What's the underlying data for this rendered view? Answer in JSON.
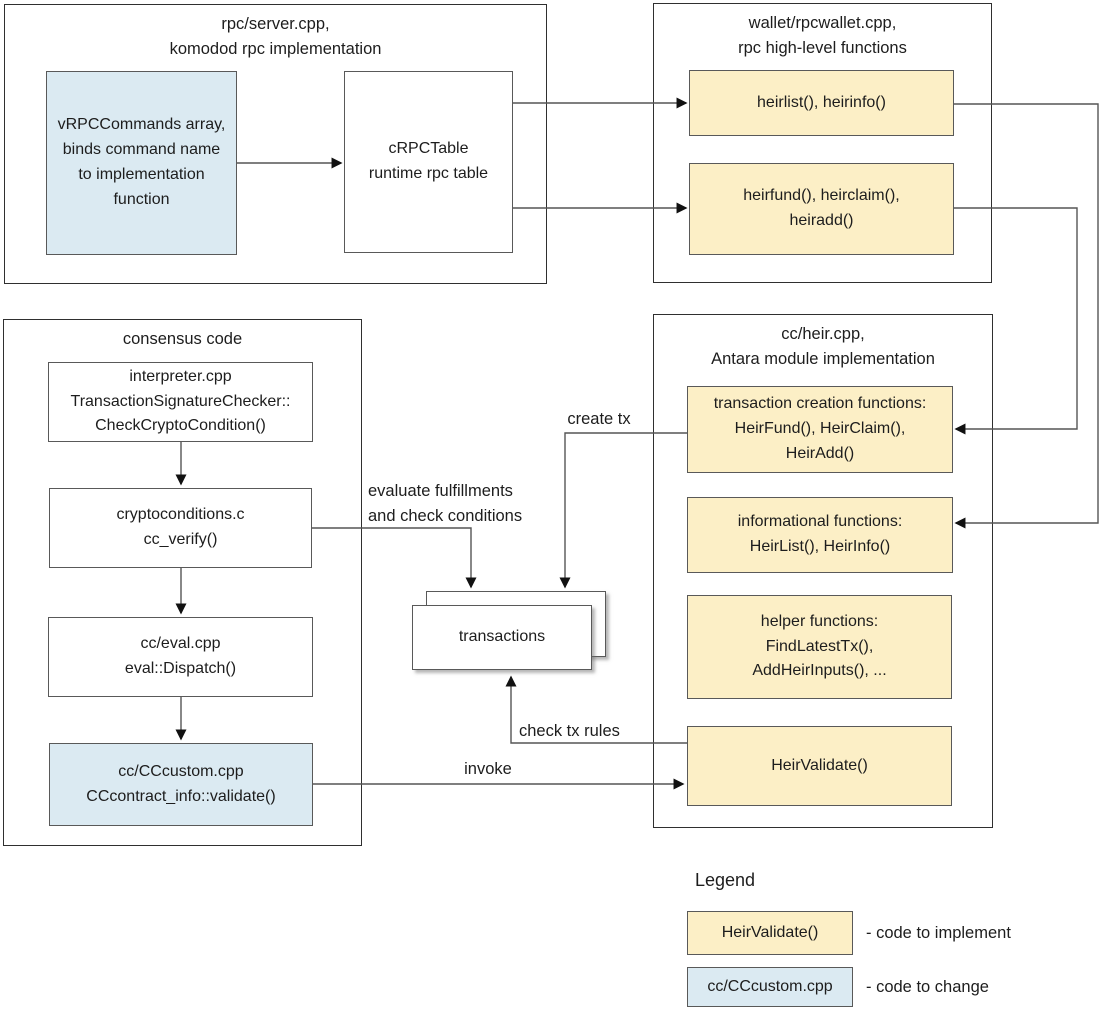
{
  "diagram": {
    "groups": {
      "rpc_server": {
        "title": "rpc/server.cpp,\nkomodod rpc implementation"
      },
      "wallet": {
        "title": "wallet/rpcwallet.cpp,\nrpc high-level functions"
      },
      "consensus": {
        "title": "consensus code"
      },
      "heir": {
        "title": "cc/heir.cpp,\nAntara module implementation"
      }
    },
    "nodes": {
      "vrpccommands": {
        "text": "vRPCCommands array,\nbinds command name\nto implementation\nfunction"
      },
      "crpctable": {
        "text": "cRPCTable\nruntime rpc table"
      },
      "heirlist": {
        "text": "heirlist(), heirinfo()"
      },
      "heirfund": {
        "text": "heirfund(), heirclaim(),\nheiradd()"
      },
      "interpreter": {
        "text": "interpreter.cpp\nTransactionSignatureChecker::\nCheckCryptoCondition()"
      },
      "cryptoconditions": {
        "text": "cryptoconditions.c\ncc_verify()"
      },
      "cceval": {
        "text": "cc/eval.cpp\neval::Dispatch()"
      },
      "cccustom": {
        "text": "cc/CCcustom.cpp\nCCcontract_info::validate()"
      },
      "txcreation": {
        "text": "transaction creation functions:\nHeirFund(), HeirClaim(),\nHeirAdd()"
      },
      "informational": {
        "text": "informational functions:\nHeirList(), HeirInfo()"
      },
      "helper": {
        "text": "helper functions:\nFindLatestTx(),\nAddHeirInputs(), ..."
      },
      "heirvalidate": {
        "text": "HeirValidate()"
      },
      "transactions": {
        "text": "transactions"
      }
    },
    "labels": {
      "create_tx": "create tx",
      "evaluate": "evaluate fulfillments\nand check conditions",
      "check_tx_rules": "check tx rules",
      "invoke": "invoke"
    },
    "legend": {
      "title": "Legend",
      "items": [
        {
          "sample": "HeirValidate()",
          "desc": "- code to implement"
        },
        {
          "sample": "cc/CCcustom.cpp",
          "desc": "- code to change"
        }
      ]
    },
    "colors": {
      "implement_fill": "#FCEFC6",
      "change_fill": "#DBEAF2",
      "node_border": "#595959",
      "group_border": "#2F2F2F",
      "connector": "#555555",
      "arrowhead": "#111111"
    }
  }
}
